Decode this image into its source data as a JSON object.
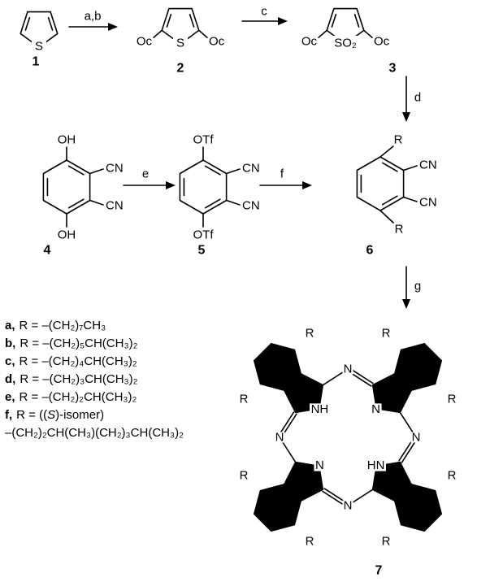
{
  "compounds": {
    "c1": {
      "number": "1",
      "heteroatom": "S"
    },
    "c2": {
      "number": "2",
      "heteroatom": "S",
      "substituent_left": "Oc",
      "substituent_right": "Oc"
    },
    "c3": {
      "number": "3",
      "heteroatom": "SO₂",
      "substituent_left": "Oc",
      "substituent_right": "Oc"
    },
    "c4": {
      "number": "4",
      "substituent_top": "OH",
      "substituent_bottom": "OH",
      "nitrile_upper": "CN",
      "nitrile_lower": "CN"
    },
    "c5": {
      "number": "5",
      "substituent_top": "OTf",
      "substituent_bottom": "OTf",
      "nitrile_upper": "CN",
      "nitrile_lower": "CN"
    },
    "c6": {
      "number": "6",
      "substituent_top": "R",
      "substituent_bottom": "R",
      "nitrile_upper": "CN",
      "nitrile_lower": "CN"
    },
    "c7": {
      "number": "7",
      "r_label": "R",
      "meso_n": "N",
      "pyrrole_n": "N",
      "pyrrole_nh_upper": "NH",
      "pyrrole_nh_lower": "HN"
    }
  },
  "steps": {
    "ab": "a,b",
    "c": "c",
    "d": "d",
    "e": "e",
    "f": "f",
    "g": "g"
  },
  "r_definitions": {
    "rows": [
      {
        "key": "a,",
        "formula": "R = –(CH₂)₇CH₃"
      },
      {
        "key": "b,",
        "formula": "R = –(CH₂)₅CH(CH₃)₂"
      },
      {
        "key": "c,",
        "formula": "R = –(CH₂)₄CH(CH₃)₂"
      },
      {
        "key": "d,",
        "formula": "R = –(CH₂)₃CH(CH₃)₂"
      },
      {
        "key": "e,",
        "formula": "R = –(CH₂)₂CH(CH₃)₂"
      },
      {
        "key": "f,",
        "pre": "R = ((",
        "stereo": "S",
        "post": ")-isomer)"
      },
      {
        "key": "",
        "formula": "–(CH₂)₂CH(CH₃)(CH₂)₃CH(CH₃)₂"
      }
    ]
  },
  "colors": {
    "ink": "#000000",
    "background": "#ffffff"
  }
}
